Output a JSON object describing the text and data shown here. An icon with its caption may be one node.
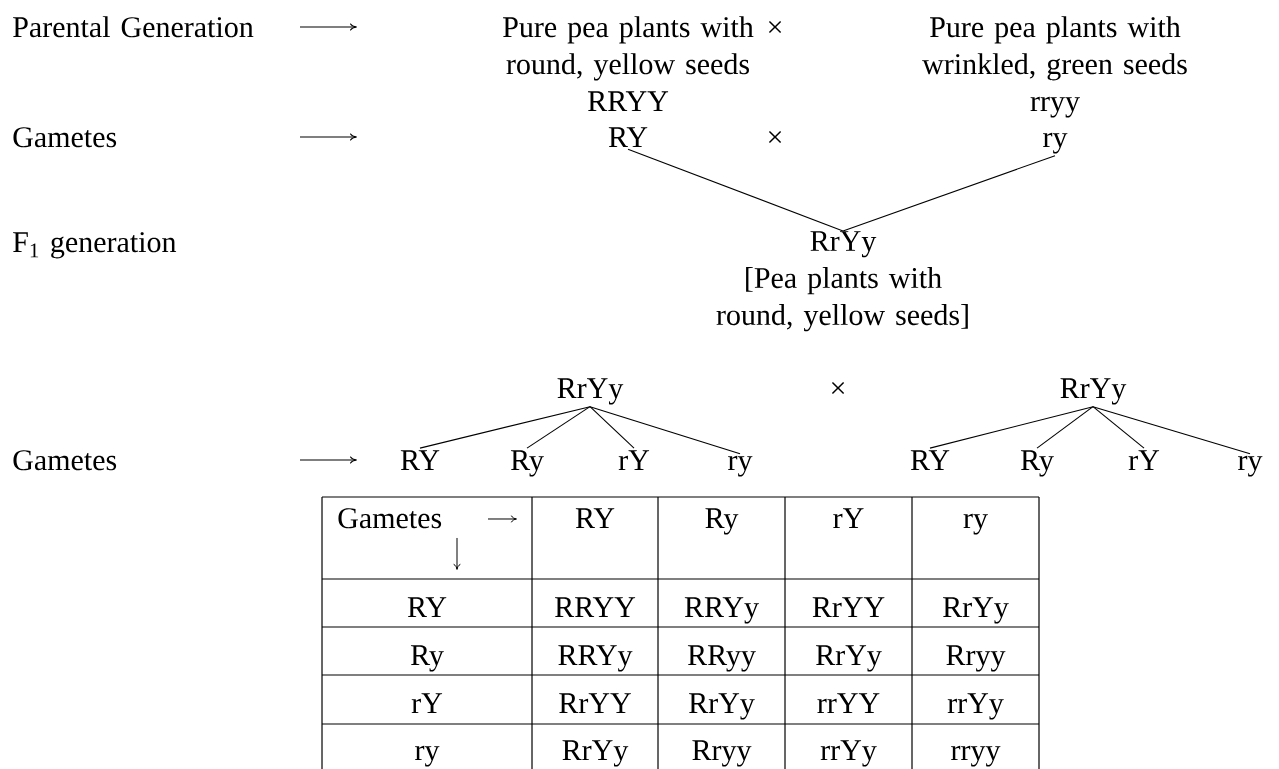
{
  "diagram": {
    "nodes": [
      {
        "text": [
          "Parental Generation"
        ]
      },
      {
        "text": [
          "Pure pea plants with round, yellow seeds",
          "RRYY"
        ]
      },
      {
        "text": [
          "Pure pea plants with wrinkled, green seeds",
          "rryy"
        ]
      },
      {
        "text": [
          "Gametes"
        ]
      },
      {
        "text": [
          "RY"
        ]
      },
      {
        "text": [
          "ry"
        ]
      },
      {
        "text": [
          "F$_{1}$ generation"
        ]
      },
      {
        "text": [
          "RrYy",
          "[Pea plants with round, yellow seeds]"
        ]
      },
      {
        "text": [
          "RrYy"
        ]
      },
      {
        "text": [
          "RrYy"
        ]
      },
      {
        "text": [
          "Gametes"
        ]
      },
      {
        "text": [
          "RY"
        ]
      },
      {
        "text": [
          "Ry"
        ]
      },
      {
        "text": [
          "rY"
        ]
      },
      {
        "text": [
          "ry"
        ]
      },
      {
        "text": [
          "RY"
        ]
      },
      {
        "text": [
          "Ry"
        ]
      },
      {
        "text": [
          "rY"
        ]
      },
      {
        "text": [
          "ry"
        ]
      }
    ],
    "edges": [
      {
        "from": 4,
        "to": 7,
        "arrow": "none"
      },
      {
        "from": 5,
        "to": 7,
        "arrow": "none"
      },
      {
        "from": 8,
        "to": 11,
        "arrow": "none"
      },
      {
        "from": 8,
        "to": 12,
        "arrow": "none"
      },
      {
        "from": 8,
        "to": 13,
        "arrow": "none"
      },
      {
        "from": 8,
        "to": 14,
        "arrow": "none"
      },
      {
        "from": 9,
        "to": 15,
        "arrow": "none"
      },
      {
        "from": 9,
        "to": 16,
        "arrow": "none"
      },
      {
        "from": 9,
        "to": 17,
        "arrow": "none"
      },
      {
        "from": 9,
        "to": 18,
        "arrow": "none"
      }
    ],
    "labels": [
      "×",
      "×",
      "×",
      "Gametes",
      "RY",
      "Ry",
      "rY",
      "ry",
      "RY",
      "RRYY",
      "RRYy",
      "RrYY",
      "RrYy",
      "Ry",
      "RRYy",
      "RRyy",
      "RrYy",
      "Rryy",
      "rY",
      "RrYY",
      "RrYy",
      "rrYY",
      "rrYy",
      "ry",
      "RrYy",
      "Rryy",
      "rrYy",
      "rryy"
    ]
  }
}
